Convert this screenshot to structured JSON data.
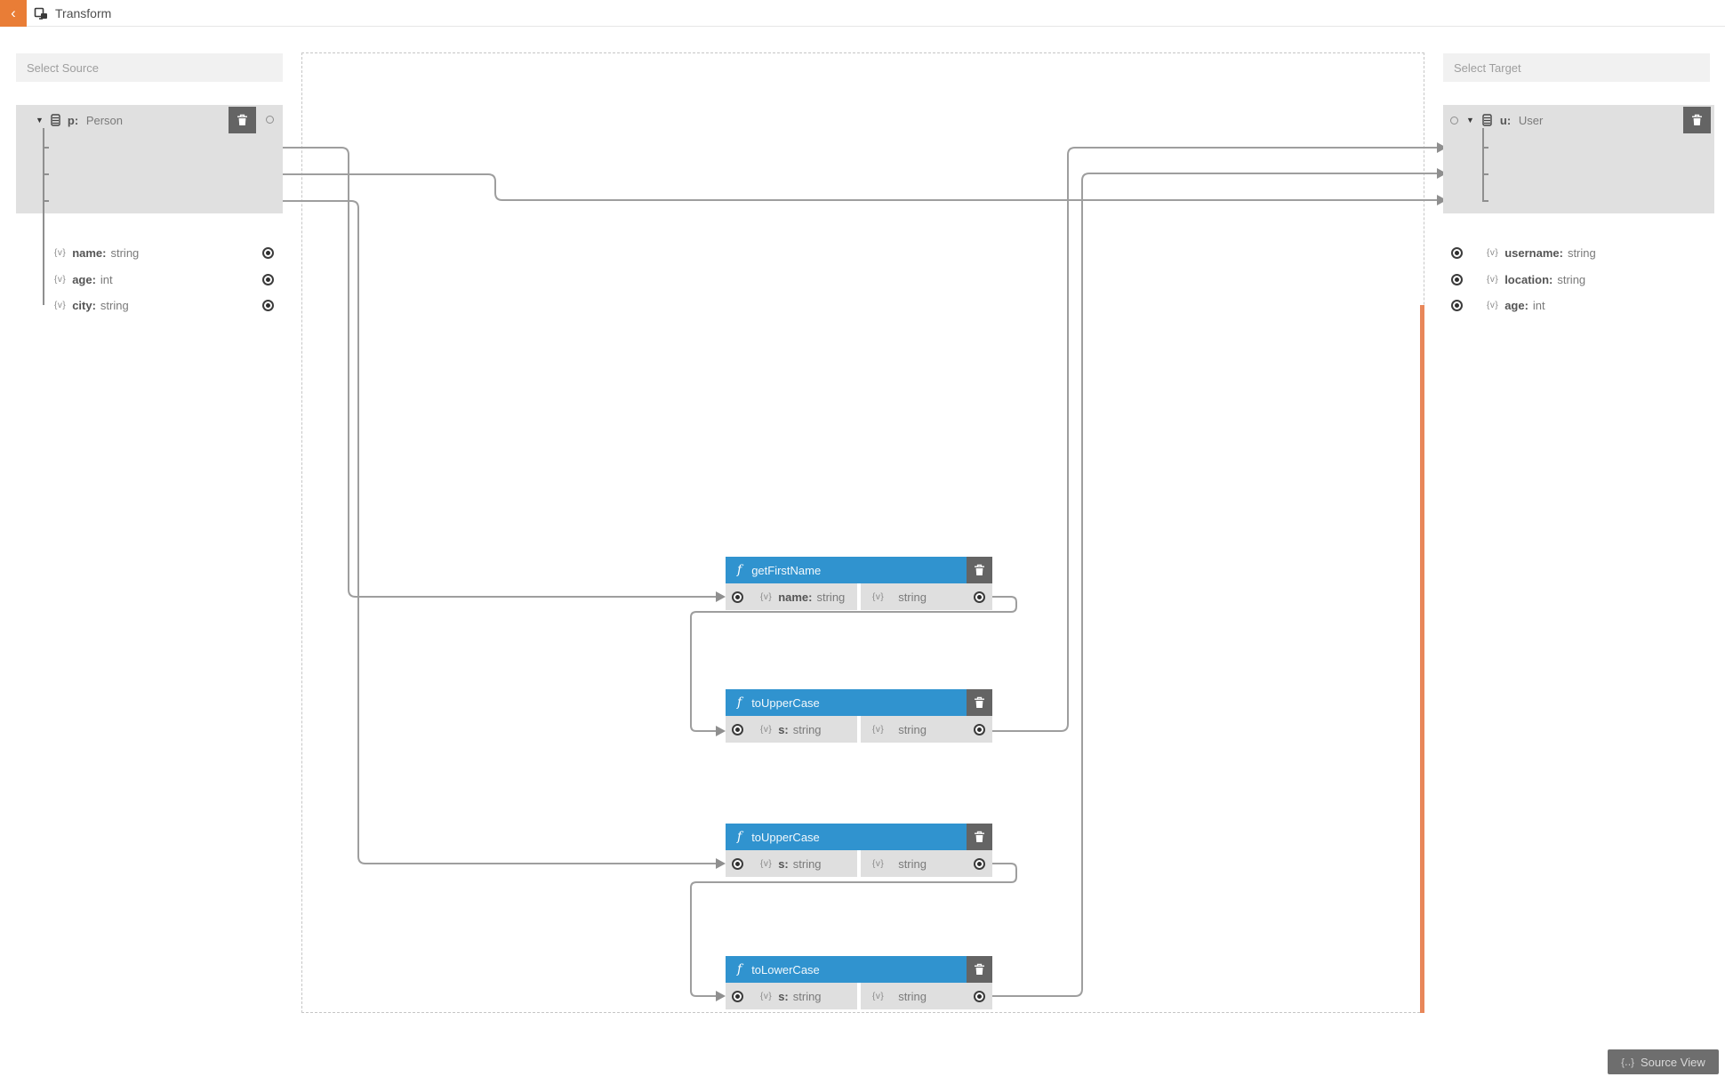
{
  "header": {
    "back_icon": "‹",
    "title": "Transform"
  },
  "source": {
    "search_placeholder": "Select Source",
    "root": {
      "caret": "▼",
      "prefix": "p:",
      "name": "Person"
    },
    "fields": [
      {
        "badge": "{v}",
        "name": "name:",
        "type": "string"
      },
      {
        "badge": "{v}",
        "name": "age:",
        "type": "int"
      },
      {
        "badge": "{v}",
        "name": "city:",
        "type": "string"
      }
    ]
  },
  "target": {
    "search_placeholder": "Select Target",
    "root": {
      "caret": "▼",
      "prefix": "u:",
      "name": "User"
    },
    "fields": [
      {
        "badge": "{v}",
        "name": "username:",
        "type": "string"
      },
      {
        "badge": "{v}",
        "name": "location:",
        "type": "string"
      },
      {
        "badge": "{v}",
        "name": "age:",
        "type": "int"
      }
    ]
  },
  "functions": [
    {
      "icon": "f",
      "title": "getFirstName",
      "input": {
        "badge": "{v}",
        "name": "name:",
        "type": "string"
      },
      "output": {
        "badge": "{v}",
        "type": "string"
      }
    },
    {
      "icon": "f",
      "title": "toUpperCase",
      "input": {
        "badge": "{v}",
        "name": "s:",
        "type": "string"
      },
      "output": {
        "badge": "{v}",
        "type": "string"
      }
    },
    {
      "icon": "f",
      "title": "toUpperCase",
      "input": {
        "badge": "{v}",
        "name": "s:",
        "type": "string"
      },
      "output": {
        "badge": "{v}",
        "type": "string"
      }
    },
    {
      "icon": "f",
      "title": "toLowerCase",
      "input": {
        "badge": "{v}",
        "name": "s:",
        "type": "string"
      },
      "output": {
        "badge": "{v}",
        "type": "string"
      }
    }
  ],
  "footer": {
    "source_view_icon": "{‥}",
    "source_view_label": "Source View"
  },
  "colors": {
    "accent_orange": "#e97d36",
    "function_blue": "#3093cf",
    "wire_gray": "#9e9e9e",
    "marker_orange": "#e8875a",
    "panel_gray": "#e0e0e0"
  }
}
